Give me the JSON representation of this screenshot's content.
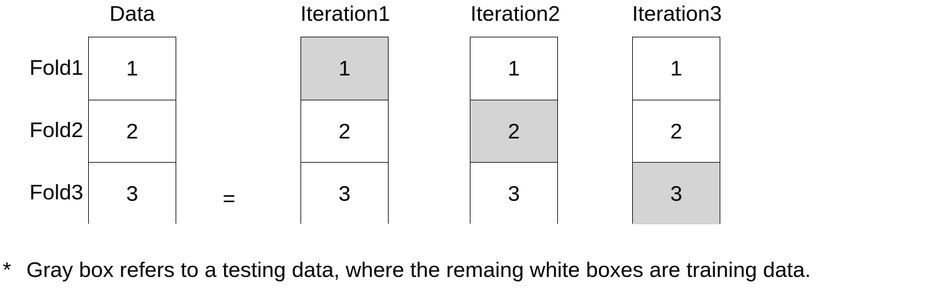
{
  "row_labels": [
    "Fold1",
    "Fold2",
    "Fold3"
  ],
  "columns": [
    {
      "title": "Data",
      "cells": [
        "1",
        "2",
        "3"
      ],
      "test_index": null
    },
    {
      "title": "Iteration1",
      "cells": [
        "1",
        "2",
        "3"
      ],
      "test_index": 0
    },
    {
      "title": "Iteration2",
      "cells": [
        "1",
        "2",
        "3"
      ],
      "test_index": 1
    },
    {
      "title": "Iteration3",
      "cells": [
        "1",
        "2",
        "3"
      ],
      "test_index": 2
    }
  ],
  "equals_sign": "=",
  "footnote": {
    "marker": "*",
    "text": "Gray box refers to a testing data, where the remaing white boxes are training data."
  },
  "colors": {
    "test_fill": "#d4d4d4",
    "train_fill": "#ffffff",
    "border": "#1a1a1a"
  }
}
